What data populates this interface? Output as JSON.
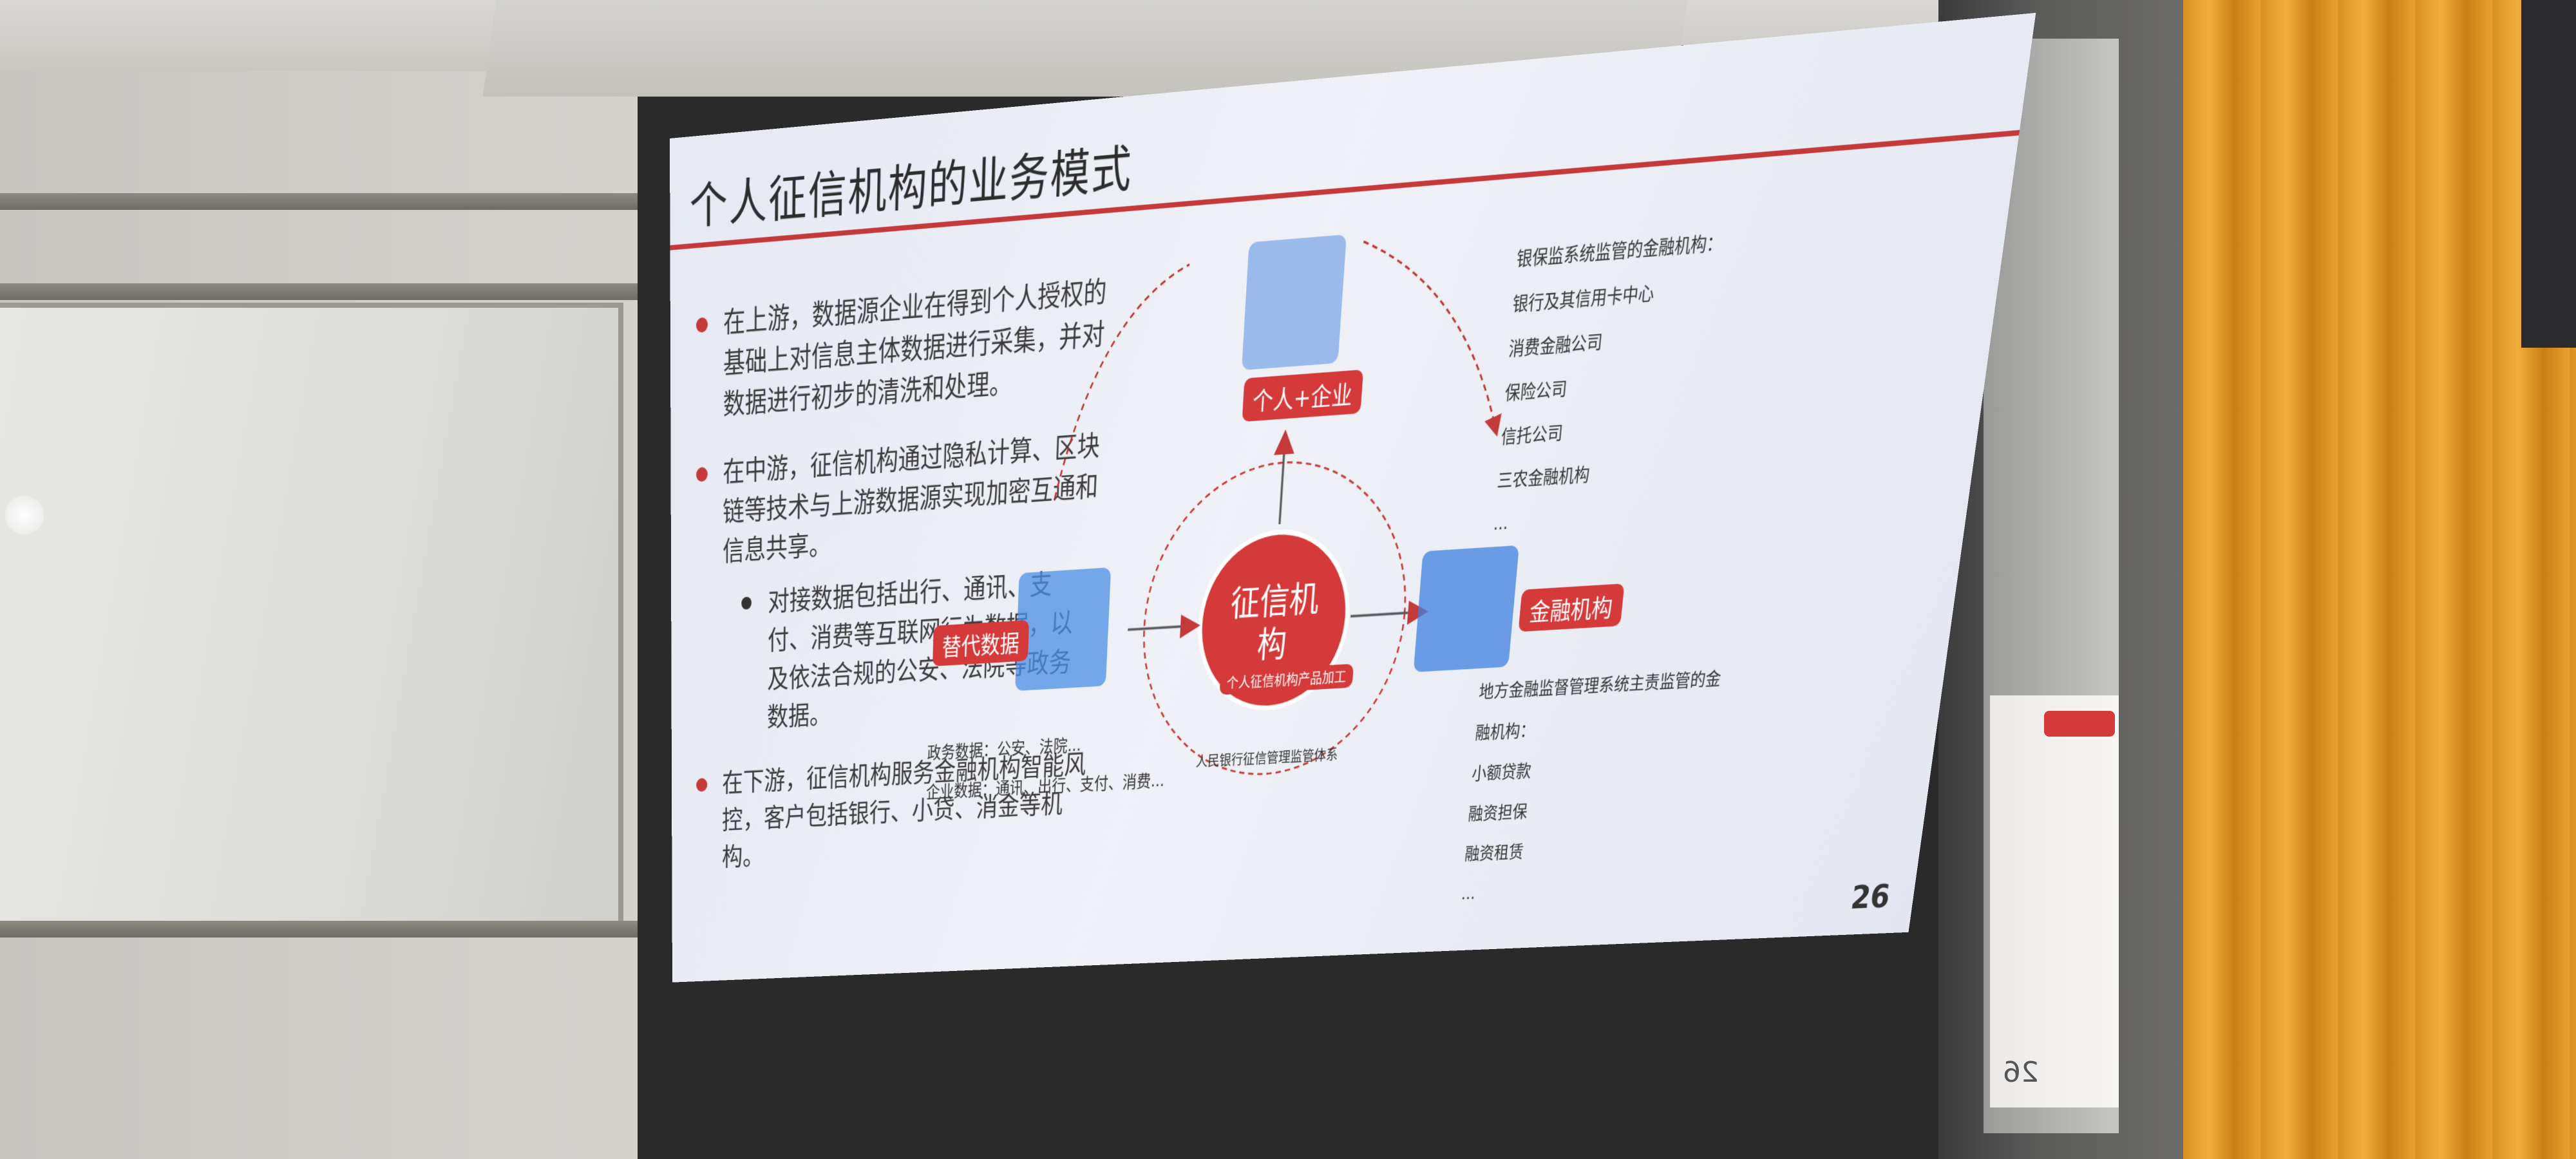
{
  "slide": {
    "title": "个人征信机构的业务模式",
    "bullets": [
      "在上游，数据源企业在得到个人授权的基础上对信息主体数据进行采集，并对数据进行初步的清洗和处理。",
      "在中游，征信机构通过隐私计算、区块链等技术与上游数据源实现加密互通和信息共享。",
      "在下游，征信机构服务金融机构智能风控，客户包括银行、小贷、消金等机构。"
    ],
    "sub_bullet": "对接数据包括出行、通讯、支付、消费等互联网行为数据，以及依法合规的公安、法院等政务数据。",
    "page_number": "26"
  },
  "diagram": {
    "center": "征信机构",
    "center_tag": "个人征信机构产品加工",
    "circle_caption": "人民银行征信管理监管体系",
    "top_label": "个人+企业",
    "left_label": "替代数据",
    "right_label": "金融机构",
    "left_notes": [
      "政务数据：公安、法院...",
      "企业数据：通讯、出行、支付、消费..."
    ],
    "right_top": [
      "银保监系统监管的金融机构：",
      "银行及其信用卡中心",
      "消费金融公司",
      "保险公司",
      "信托公司",
      "三农金融机构",
      "..."
    ],
    "right_bottom": [
      "地方金融监督管理系统主责监管的金融机构：",
      "小额贷款",
      "融资担保",
      "融资租赁",
      "..."
    ]
  },
  "colors": {
    "accent": "#c43a3a",
    "label_red": "#d43a3a"
  }
}
